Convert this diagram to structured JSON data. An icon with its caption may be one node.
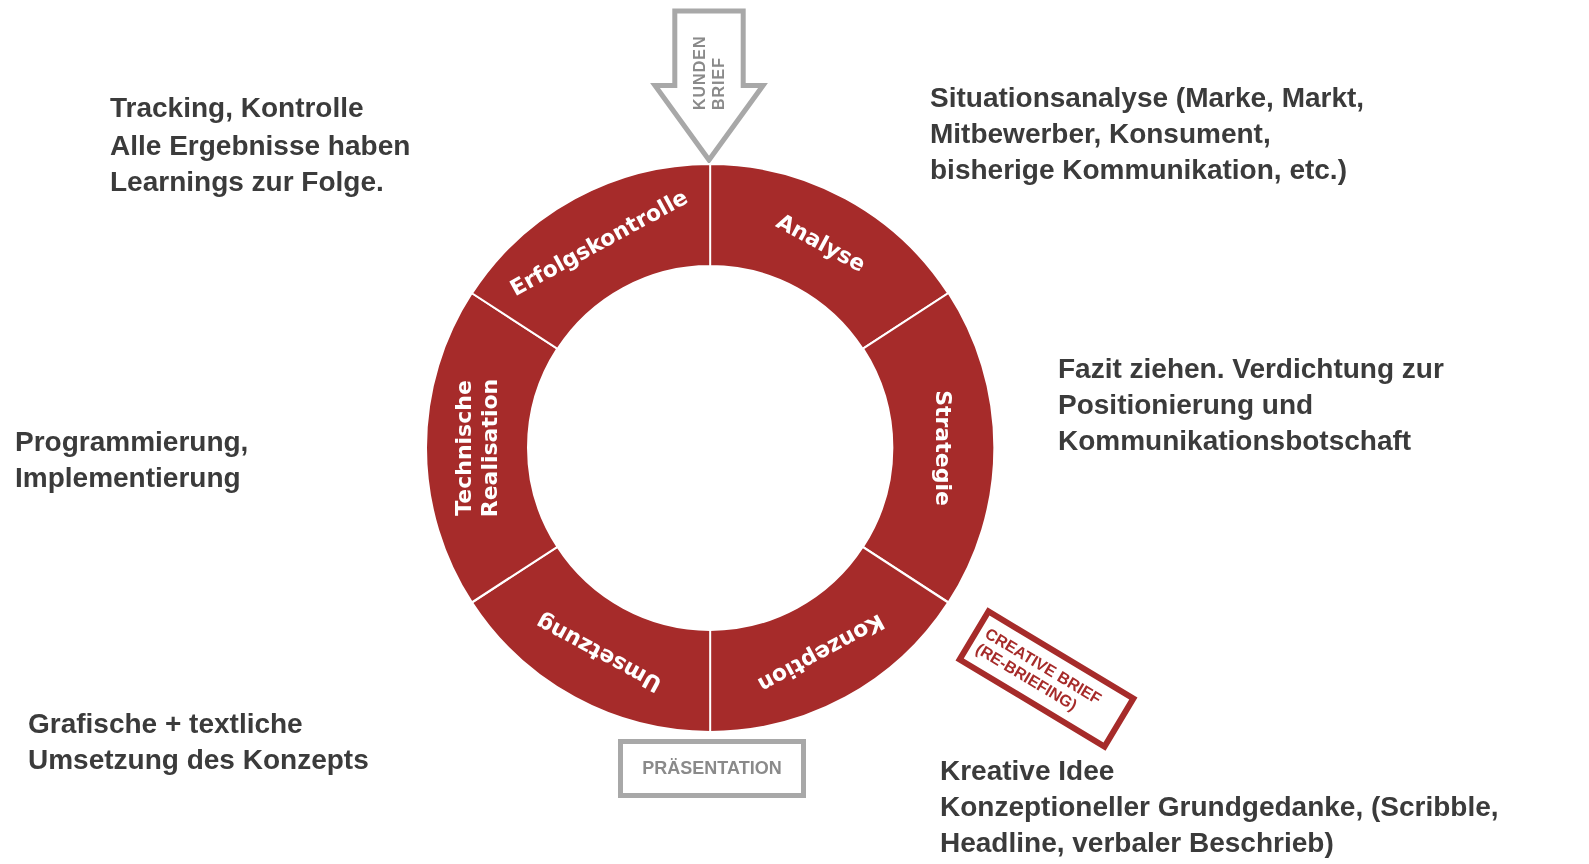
{
  "diagram": {
    "nodes": [
      {
        "text": [
          "KUNDEN BRIEF"
        ]
      },
      {
        "text": [
          "Analyse"
        ]
      },
      {
        "text": [
          "Strategie"
        ]
      },
      {
        "text": [
          "Konzeption"
        ]
      },
      {
        "text": [
          "Umsetzung"
        ]
      },
      {
        "text": [
          "Technische Realisation"
        ]
      },
      {
        "text": [
          "Erfolgskontrolle"
        ]
      },
      {
        "text": [
          "CREATIVE BRIEF (RE-BRIEFING)"
        ]
      },
      {
        "text": [
          "PRÄSENTATION"
        ]
      }
    ],
    "labels": [
      "Situationsanalyse (Marke, Markt, Mitbewerber, Konsument, bisherige Kommunikation, etc.)",
      "Tracking, Kontrolle",
      "Alle Ergebnisse haben Learnings zur Folge.",
      "Fazit ziehen. Verdichtung zur Positionierung und Kommunikationsbotschaft",
      "Programmierung, Implementierung",
      "Grafische + textliche Umsetzung des Konzepts",
      "Kreative Idee",
      "Konzeptioneller Grundgedanke, (Scribble, Headline, verbaler Beschrieb)"
    ]
  }
}
